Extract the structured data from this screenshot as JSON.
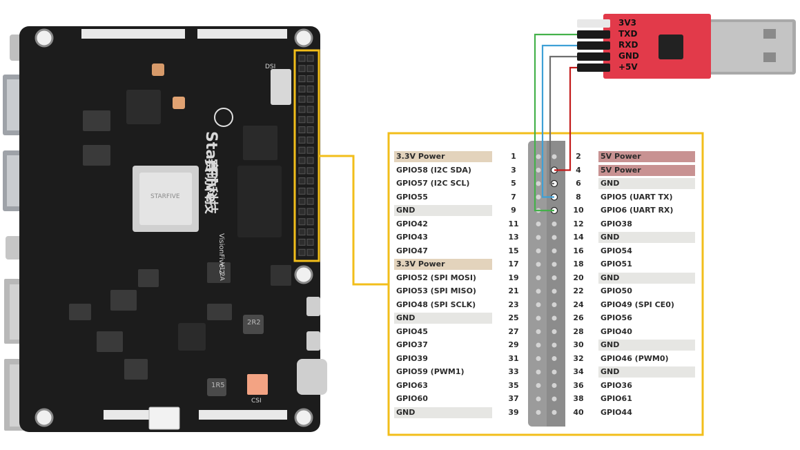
{
  "colors": {
    "highlight": "#f2be1a",
    "power33": "#e3d3bc",
    "power5": "#c89292",
    "gnd": "#e6e6e3",
    "header_rail": "#9b9b9b",
    "board": "#1c1c1c",
    "usb_adapter": "#e23a4a",
    "wire_red": "#c21a1a",
    "wire_gray": "#6e6e6e",
    "wire_blue": "#3ea0d6",
    "wire_green": "#44b14a"
  },
  "board": {
    "brand": "StarFive",
    "brand_cn": "赛昉科技",
    "model": "VisionFive 2",
    "version": "V1.2A",
    "soc_brand": "STARFIVE",
    "labels": {
      "dsi": "DSI",
      "csi": "CSI",
      "ic": "2R2",
      "ic2": "1R5"
    }
  },
  "usb_adapter": {
    "pins": [
      "3V3",
      "TXD",
      "RXD",
      "GND",
      "+5V"
    ]
  },
  "header": {
    "left": [
      {
        "num": "1",
        "label": "3.3V Power",
        "kind": "power33"
      },
      {
        "num": "3",
        "label": "GPIO58 (I2C SDA)",
        "kind": "gpio"
      },
      {
        "num": "5",
        "label": "GPIO57 (I2C SCL)",
        "kind": "gpio"
      },
      {
        "num": "7",
        "label": "GPIO55",
        "kind": "gpio"
      },
      {
        "num": "9",
        "label": "GND",
        "kind": "gnd"
      },
      {
        "num": "11",
        "label": "GPIO42",
        "kind": "gpio"
      },
      {
        "num": "13",
        "label": "GPIO43",
        "kind": "gpio"
      },
      {
        "num": "15",
        "label": "GPIO47",
        "kind": "gpio"
      },
      {
        "num": "17",
        "label": "3.3V Power",
        "kind": "power33"
      },
      {
        "num": "19",
        "label": "GPIO52 (SPI MOSI)",
        "kind": "gpio"
      },
      {
        "num": "21",
        "label": "GPIO53 (SPI MISO)",
        "kind": "gpio"
      },
      {
        "num": "23",
        "label": "GPIO48 (SPI SCLK)",
        "kind": "gpio"
      },
      {
        "num": "25",
        "label": "GND",
        "kind": "gnd"
      },
      {
        "num": "27",
        "label": "GPIO45",
        "kind": "gpio"
      },
      {
        "num": "29",
        "label": "GPIO37",
        "kind": "gpio"
      },
      {
        "num": "31",
        "label": "GPIO39",
        "kind": "gpio"
      },
      {
        "num": "33",
        "label": "GPIO59 (PWM1)",
        "kind": "gpio"
      },
      {
        "num": "35",
        "label": "GPIO63",
        "kind": "gpio"
      },
      {
        "num": "37",
        "label": "GPIO60",
        "kind": "gpio"
      },
      {
        "num": "39",
        "label": "GND",
        "kind": "gnd"
      }
    ],
    "right": [
      {
        "num": "2",
        "label": "5V Power",
        "kind": "power5"
      },
      {
        "num": "4",
        "label": "5V Power",
        "kind": "power5"
      },
      {
        "num": "6",
        "label": "GND",
        "kind": "gnd"
      },
      {
        "num": "8",
        "label": "GPIO5 (UART TX)",
        "kind": "gpio"
      },
      {
        "num": "10",
        "label": "GPIO6 (UART RX)",
        "kind": "gpio"
      },
      {
        "num": "12",
        "label": "GPIO38",
        "kind": "gpio"
      },
      {
        "num": "14",
        "label": "GND",
        "kind": "gnd"
      },
      {
        "num": "16",
        "label": "GPIO54",
        "kind": "gpio"
      },
      {
        "num": "18",
        "label": "GPIO51",
        "kind": "gpio"
      },
      {
        "num": "20",
        "label": "GND",
        "kind": "gnd"
      },
      {
        "num": "22",
        "label": "GPIO50",
        "kind": "gpio"
      },
      {
        "num": "24",
        "label": "GPIO49 (SPI CE0)",
        "kind": "gpio"
      },
      {
        "num": "26",
        "label": "GPIO56",
        "kind": "gpio"
      },
      {
        "num": "28",
        "label": "GPIO40",
        "kind": "gpio"
      },
      {
        "num": "30",
        "label": "GND",
        "kind": "gnd"
      },
      {
        "num": "32",
        "label": "GPIO46 (PWM0)",
        "kind": "gpio"
      },
      {
        "num": "34",
        "label": "GND",
        "kind": "gnd"
      },
      {
        "num": "36",
        "label": "GPIO36",
        "kind": "gpio"
      },
      {
        "num": "38",
        "label": "GPIO61",
        "kind": "gpio"
      },
      {
        "num": "40",
        "label": "GPIO44",
        "kind": "gpio"
      }
    ]
  },
  "connections": [
    {
      "from": "+5V",
      "to_pin": "4",
      "color": "wire_red"
    },
    {
      "from": "GND",
      "to_pin": "6",
      "color": "wire_gray"
    },
    {
      "from": "RXD",
      "to_pin": "8",
      "color": "wire_blue"
    },
    {
      "from": "TXD",
      "to_pin": "10",
      "color": "wire_green"
    }
  ]
}
